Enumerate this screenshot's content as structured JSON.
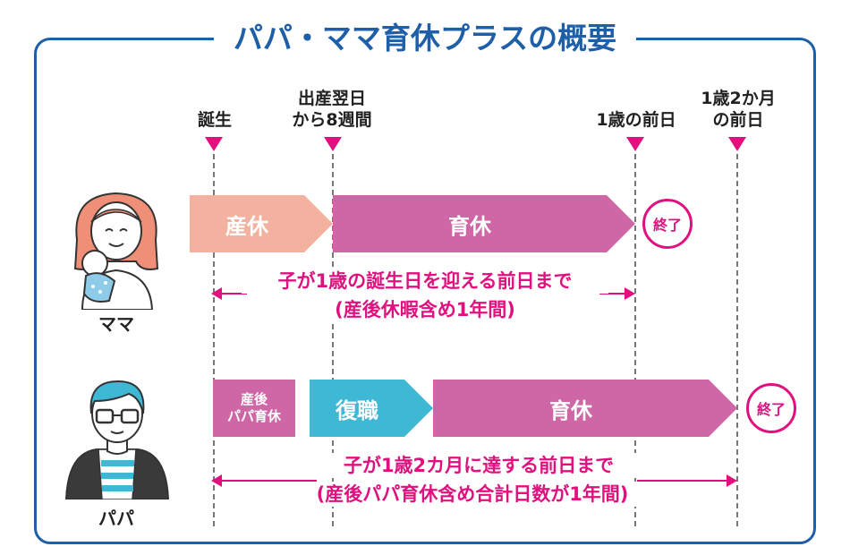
{
  "title": "パパ・ママ育休プラスの概要",
  "markers": {
    "birth": "誕生",
    "eight_weeks": "出産翌日\nから8週間",
    "one_year": "1歳の前日",
    "one_year_two_months": "1歳2か月\nの前日"
  },
  "mama": {
    "label": "ママ",
    "maternity_leave": "産休",
    "childcare_leave": "育休",
    "end": "終了",
    "period_line1": "子が1歳の誕生日を迎える前日まで",
    "period_line2": "(産後休暇含め1年間)"
  },
  "papa": {
    "label": "パパ",
    "postnatal_papa_leave": "産後\nパパ育休",
    "return_to_work": "復職",
    "childcare_leave": "育休",
    "end": "終了",
    "period_line1": "子が1歳2カ月に達する前日まで",
    "period_line2": "(産後パパ育休含め合計日数が1年間)"
  },
  "colors": {
    "frame": "#1f5fa8",
    "accent": "#e0117f",
    "maternity": "#f3b29f",
    "childcare": "#cf67a6",
    "return": "#3fb8d6"
  }
}
